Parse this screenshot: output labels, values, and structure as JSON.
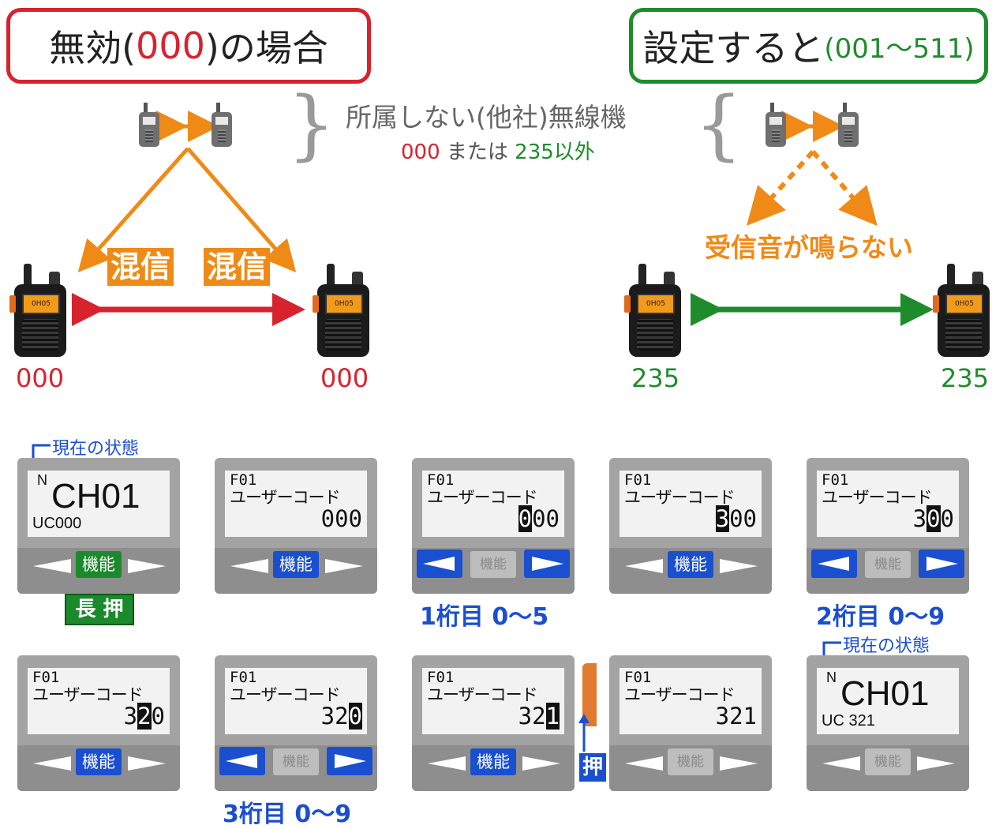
{
  "header_left": {
    "pre": "無効(",
    "code": "000",
    "post": ")の場合"
  },
  "header_right": {
    "main": "設定すると",
    "range": "(001～511)"
  },
  "note": {
    "line1": "所属しない(他社)無線機",
    "code_a": "000",
    "mid": " または ",
    "code_b": "235以外"
  },
  "interference_label": "混信",
  "no_ring_label": "受信音が鳴らない",
  "radio_codes": {
    "left_a": "000",
    "left_b": "000",
    "right_a": "235",
    "right_b": "235"
  },
  "radio_lcd": "0H05",
  "screens": {
    "state_label": "現在の状態",
    "long_press": "長 押",
    "push": "押",
    "fn_label": "機能",
    "f01": "F01",
    "user_code_label": "ユーザーコード",
    "ch": "CH01",
    "n": "N",
    "uc_initial": "UC000",
    "uc_final": "UC 321",
    "s2_value": "000",
    "s3": {
      "hl": "0",
      "rest": "00"
    },
    "s4": {
      "hl": "3",
      "rest": "00"
    },
    "s5": {
      "pre": "3",
      "hl": "0",
      "rest": "0"
    },
    "s6": {
      "pre": "3",
      "hl": "2",
      "rest": "0"
    },
    "s7": {
      "pre": "32",
      "hl": "0"
    },
    "s8": {
      "pre": "32",
      "hl": "1"
    },
    "s9_value": "321",
    "digit1": "1桁目 0～5",
    "digit2": "2桁目 0～9",
    "digit3": "3桁目 0～9"
  },
  "colors": {
    "red": "#d8232f",
    "green": "#1f8c2c",
    "orange": "#f08a16",
    "blue": "#1a4fd0"
  }
}
